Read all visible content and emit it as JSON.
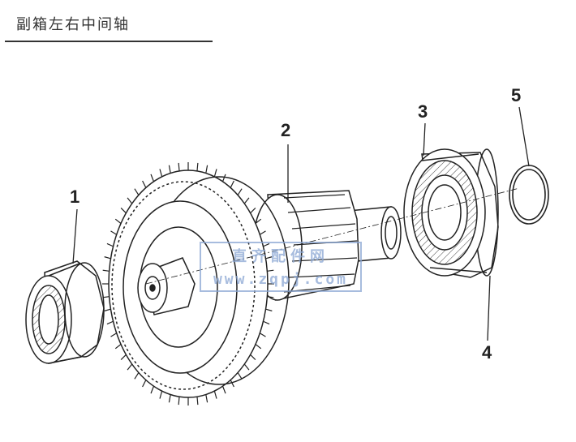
{
  "title": "副箱左右中间轴",
  "callouts": [
    "1",
    "2",
    "3",
    "4",
    "5"
  ],
  "watermark": {
    "line1": "直齐配件网",
    "line2": "www.zqpj.com",
    "color": "#8aa6d3"
  }
}
